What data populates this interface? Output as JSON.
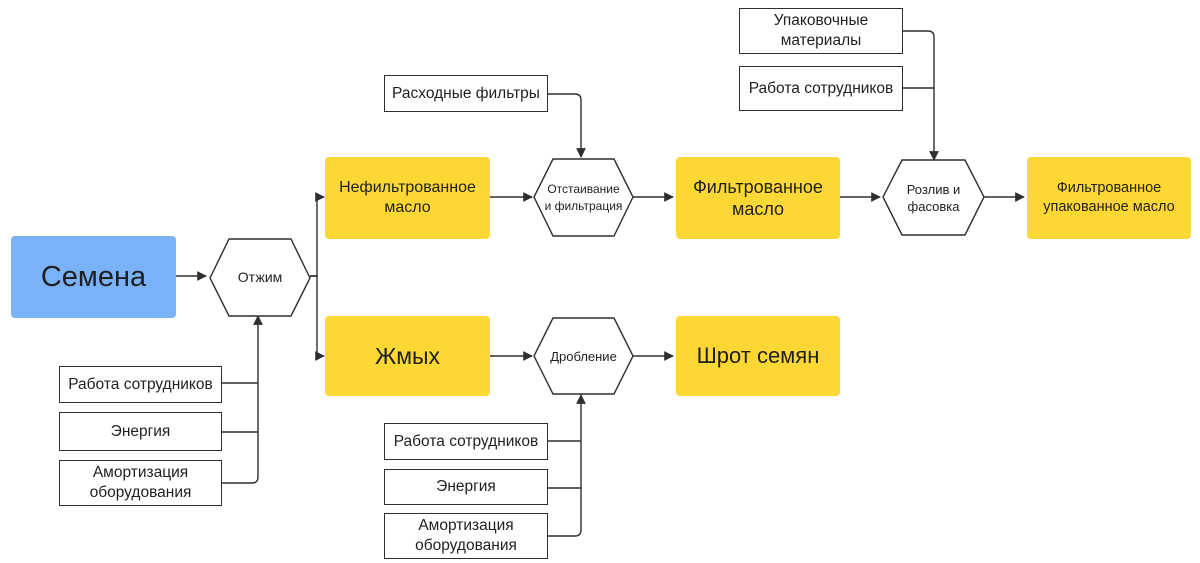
{
  "diagram": {
    "source": {
      "label": "Семена",
      "color": "#7ab2f8"
    },
    "processes": {
      "pressing": "Отжим",
      "settling": "Отстаивание\nи фильтрация",
      "bottling": "Розлив и\nфасовка",
      "crushing": "Дробление"
    },
    "products": {
      "unfiltered_oil": "Нефильтрованное\nмасло",
      "cake": "Жмых",
      "filtered_oil": "Фильтрованное\nмасло",
      "meal": "Шрот семян",
      "packaged_oil": "Фильтрованное\nупакованное масло",
      "color": "#fdd835"
    },
    "inputs": {
      "pressing_labor": "Работа сотрудников",
      "pressing_energy": "Энергия",
      "pressing_depreciation": "Амортизация\nоборудования",
      "filters": "Расходные фильтры",
      "packaging": "Упаковочные\nматериалы",
      "bottling_labor": "Работа сотрудников",
      "crushing_labor": "Работа сотрудников",
      "crushing_energy": "Энергия",
      "crushing_depreciation": "Амортизация\nоборудования"
    }
  }
}
